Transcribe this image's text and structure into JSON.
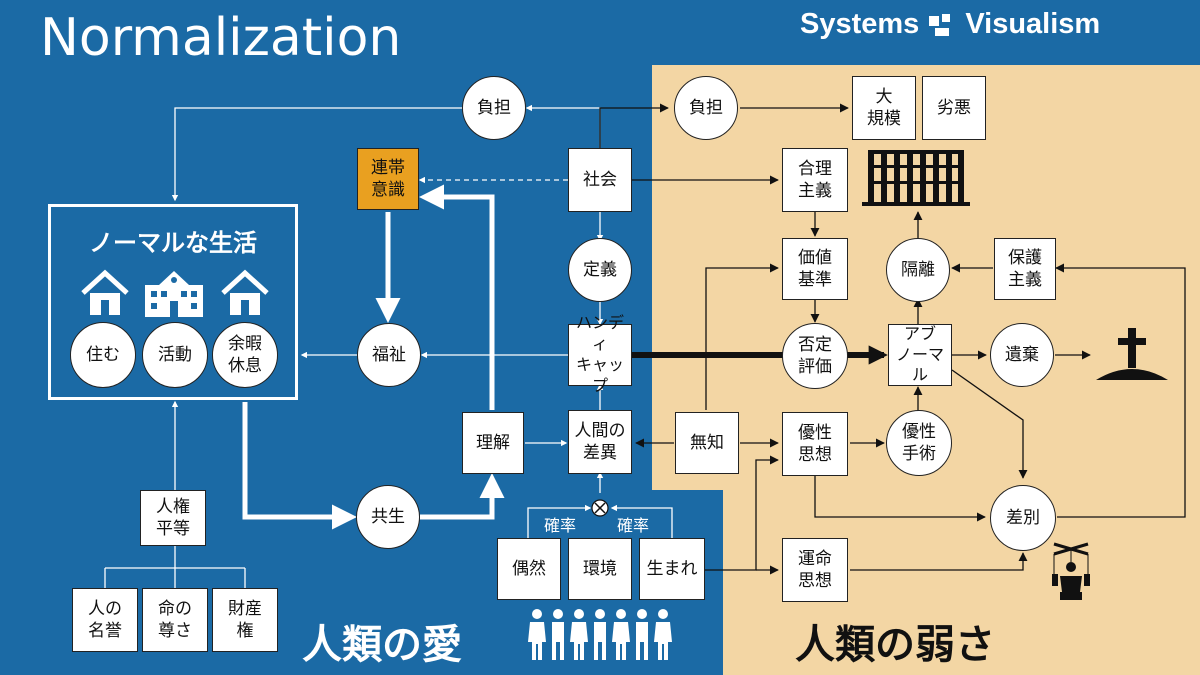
{
  "title": "Normalization",
  "brand": {
    "left": "Systems",
    "right": "Visualism"
  },
  "colors": {
    "blue": "#1b6aa5",
    "beige": "#f3d6a4",
    "accent": "#e9a020",
    "line": "#111111"
  },
  "footer": {
    "left": "人類の愛",
    "right": "人類の弱さ"
  },
  "normal_life": {
    "title": "ノーマルな生活",
    "items": [
      "住む",
      "活動",
      "余暇\n休息"
    ]
  },
  "rights": {
    "top": "人権\n平等",
    "items": [
      "人の\n名誉",
      "命の\n尊さ",
      "財産\n権"
    ]
  },
  "nodes": {
    "futan_left": "負担",
    "futan_right": "負担",
    "rentai": "連帯\n意識",
    "shakai": "社会",
    "teigi": "定義",
    "handicap": "ハンディ\nキャップ",
    "fukushi": "福祉",
    "rikai": "理解",
    "ningen": "人間の\n差異",
    "kyosei": "共生",
    "guzen": "偶然",
    "kankyo": "環境",
    "umare": "生まれ",
    "kakuritsu_left": "確率",
    "kakuritsu_right": "確率",
    "daikibo": "大\n規模",
    "retsuaku": "劣悪",
    "gouri": "合理\n主義",
    "kachi": "価値\n基準",
    "hitei": "否定\n評価",
    "abnormal": "アブ\nノーマル",
    "kakuri": "隔離",
    "hogo": "保護\n主義",
    "iki": "遺棄",
    "muchi": "無知",
    "yusei": "優性\n思想",
    "yusei_shujutsu": "優性\n手術",
    "sabetsu": "差別",
    "unmei": "運命\n思想"
  }
}
